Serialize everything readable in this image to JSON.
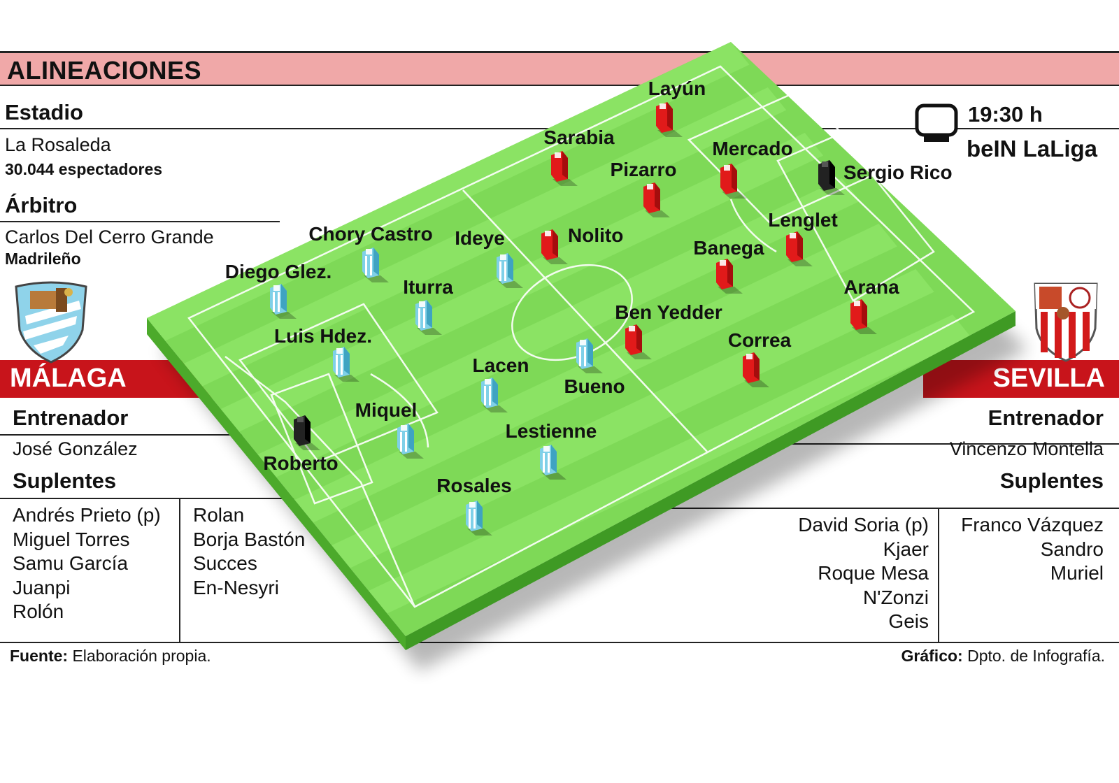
{
  "header": {
    "title": "ALINEACIONES"
  },
  "stadium": {
    "label": "Estadio",
    "name": "La Rosaleda",
    "attendance": "30.044 espectadores"
  },
  "referee": {
    "label": "Árbitro",
    "name": "Carlos Del Cerro Grande",
    "origin": "Madrileño"
  },
  "broadcast": {
    "time": "19:30 h",
    "channel": "beIN LaLiga",
    "icon": "tv-icon"
  },
  "home": {
    "name": "MÁLAGA",
    "coach_label": "Entrenador",
    "coach": "José González",
    "subs_label": "Suplentes",
    "subs_col1": [
      "Andrés Prieto (p)",
      "Miguel Torres",
      "Samu García",
      "Juanpi",
      "Rolón"
    ],
    "subs_col2": [
      "Rolan",
      "Borja Bastón",
      "Succes",
      "En-Nesyri"
    ],
    "crest": "malaga-crest-icon",
    "colors": {
      "kit_primary": "#7fd0e8",
      "kit_secondary": "#ffffff",
      "gk": "#222222"
    }
  },
  "away": {
    "name": "SEVILLA",
    "coach_label": "Entrenador",
    "coach": "Vincenzo Montella",
    "subs_label": "Suplentes",
    "subs_col1": [
      "David Soria (p)",
      "Kjaer",
      "Roque Mesa",
      "N'Zonzi",
      "Geis"
    ],
    "subs_col2": [
      "Franco Vázquez",
      "Sandro",
      "Muriel"
    ],
    "crest": "sevilla-crest-icon",
    "colors": {
      "kit_primary": "#e11a1a",
      "gk": "#222222"
    }
  },
  "players": {
    "malaga": [
      "Roberto",
      "Rosales",
      "Miquel",
      "Luis Hdez.",
      "Diego Glez.",
      "Lestienne",
      "Lacen",
      "Iturra",
      "Chory Castro",
      "Bueno",
      "Ideye"
    ],
    "sevilla": [
      "Sergio Rico",
      "Arana",
      "Lenglet",
      "Mercado",
      "Layún",
      "Banega",
      "Pizarro",
      "Correa",
      "Nolito",
      "Sarabia",
      "Ben Yedder"
    ]
  },
  "colors": {
    "band_title": "#f0a8a8",
    "band_team": "#c8141b",
    "pitch": "#7ed957"
  },
  "footer": {
    "source_label": "Fuente:",
    "source": "Elaboración propia.",
    "graphic_label": "Gráfico:",
    "graphic": "Dpto. de Infografía."
  }
}
